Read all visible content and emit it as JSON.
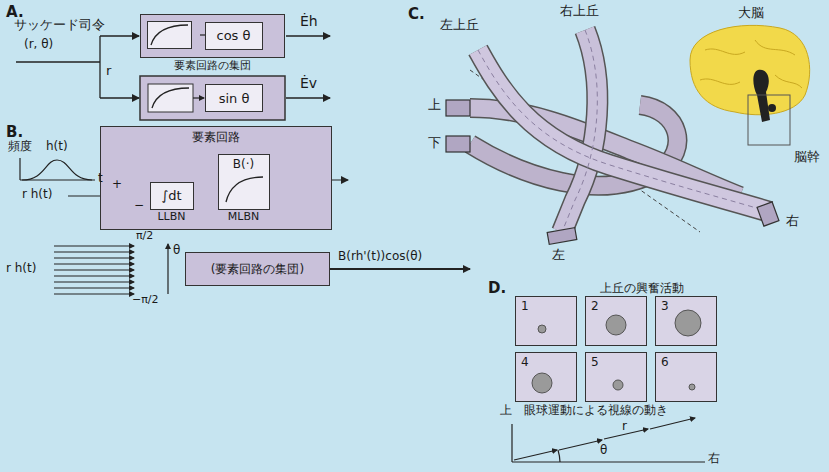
{
  "diagram": {
    "nodes": [
      {
        "text": [
          "要素回路の集団"
        ]
      },
      {
        "text": [
          "cos θ"
        ],
        "in": 0
      },
      {
        "text": [
          "sin θ"
        ]
      },
      {
        "text": [
          "要素回路"
        ]
      },
      {
        "text": [
          "∫dt",
          "LLBN"
        ],
        "in": 3
      },
      {
        "text": [
          "B(·)",
          "MLBN"
        ],
        "in": 3
      },
      {
        "text": [
          "(要素回路の集団)"
        ]
      },
      {
        "text": [
          "1"
        ]
      },
      {
        "text": [
          "2"
        ]
      },
      {
        "text": [
          "3"
        ]
      },
      {
        "text": [
          "4"
        ]
      },
      {
        "text": [
          "5"
        ]
      },
      {
        "text": [
          "6"
        ]
      }
    ],
    "edges": [
      {
        "from": 4,
        "to": 5,
        "arrow": "to"
      }
    ],
    "labels": [
      "A.",
      "サッケード司令",
      "(r, θ)",
      "r",
      "Ėh",
      "Ėv",
      "B.",
      "頻度",
      "h(t)",
      "t",
      "r h(t)",
      "+",
      "−",
      "r h(t)",
      "π/2",
      "θ",
      "−π/2",
      "B(rh'(t))cos(θ)",
      "C.",
      "左上丘",
      "右上丘",
      "大脳",
      "脳幹",
      "上",
      "下",
      "左",
      "右",
      "D.",
      "上丘の興奮活動",
      "上",
      "眼球運動による視線の動き",
      "r",
      "θ",
      "右"
    ]
  }
}
